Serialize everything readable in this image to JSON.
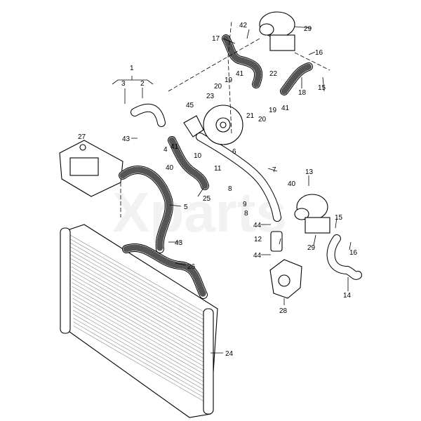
{
  "watermark": "Xparts",
  "callouts": {
    "c1": "1",
    "c2": "2",
    "c3": "3",
    "c4": "4",
    "c5": "5",
    "c6": "6",
    "c7": "7",
    "c8a": "8",
    "c8b": "8",
    "c9": "9",
    "c10": "10",
    "c11": "11",
    "c12": "12",
    "c13": "13",
    "c14": "14",
    "c15a": "15",
    "c15b": "15",
    "c16a": "16",
    "c16b": "16",
    "c17": "17",
    "c18": "18",
    "c19a": "19",
    "c19b": "19",
    "c20a": "20",
    "c20b": "20",
    "c21": "21",
    "c22": "22",
    "c23": "23",
    "c24": "24",
    "c25": "25",
    "c26": "26",
    "c27": "27",
    "c28": "28",
    "c29a": "29",
    "c29b": "29",
    "c40a": "40",
    "c40b": "40",
    "c41a": "41",
    "c41b": "41",
    "c41c": "41",
    "c42": "42",
    "c43a": "43",
    "c43b": "43",
    "c44a": "44",
    "c44b": "44",
    "c45": "45"
  }
}
